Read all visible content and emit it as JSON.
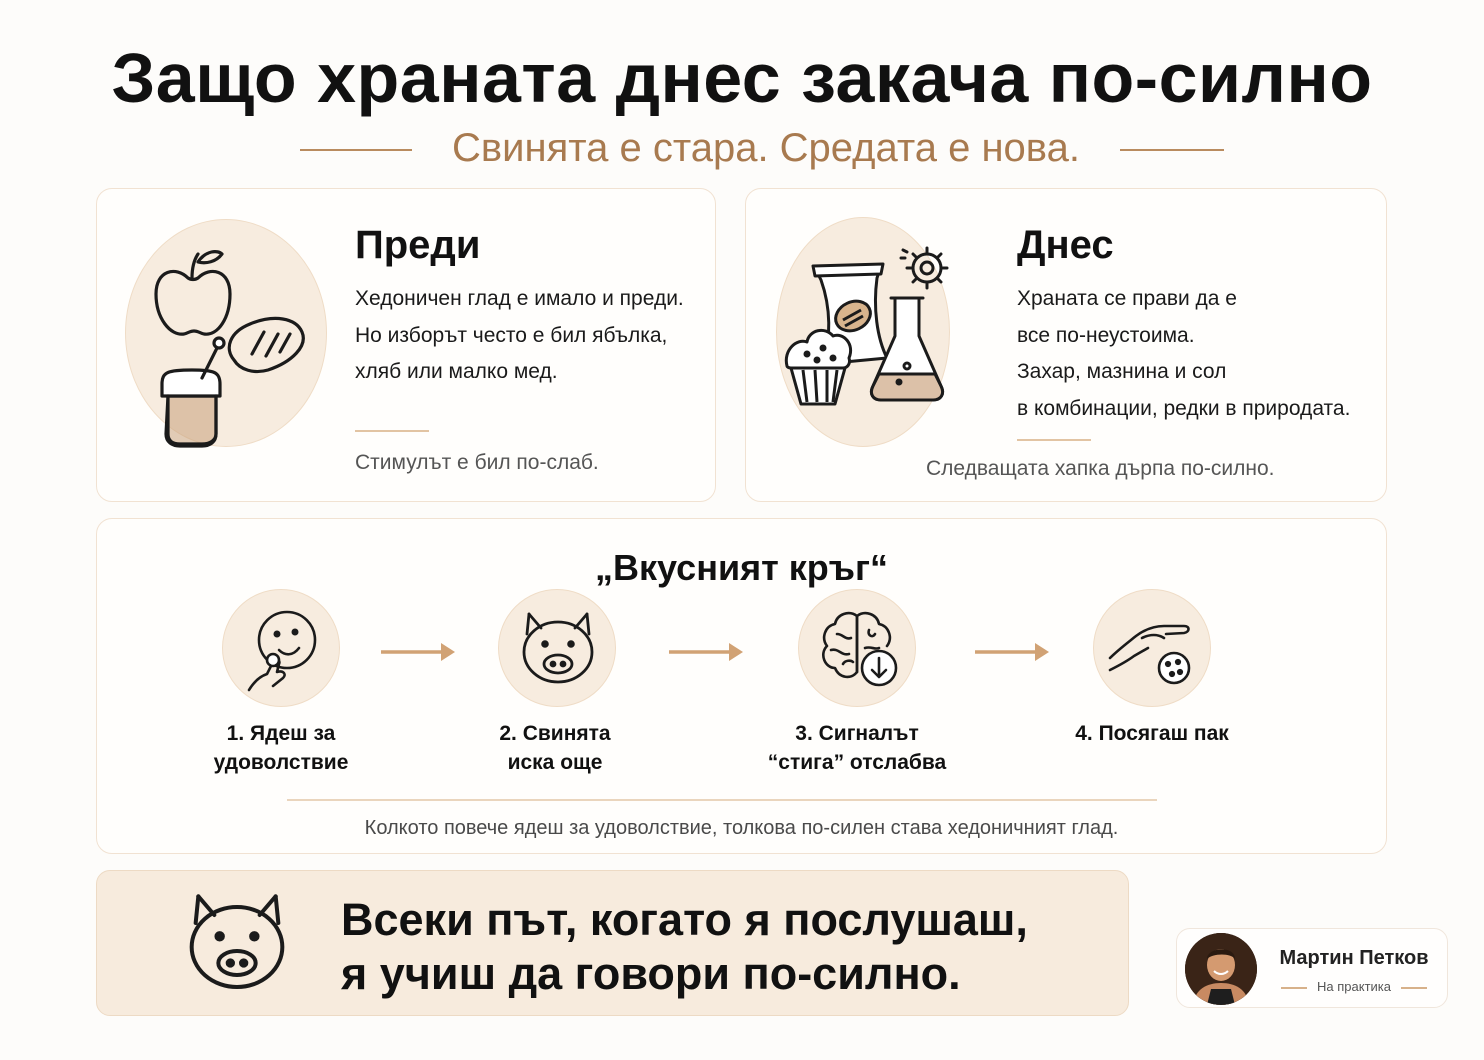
{
  "title": "Защо храната днес закача по-силно",
  "subtitle": "Свинята е стара. Средата е нова.",
  "before": {
    "heading": "Преди",
    "lines": [
      "Хедоничен глад е имало и преди.",
      "Но изборът често е бил ябълка,",
      "хляб или малко мед."
    ],
    "note": "Стимулът е бил по-слаб.",
    "icons": [
      "apple-icon",
      "bread-icon",
      "honey-jar-icon"
    ]
  },
  "today": {
    "heading": "Днес",
    "lines": [
      "Храната се прави да е",
      "все по-неустоима.",
      "Захар, мазнина и сол",
      "в комбинации, редки в природата."
    ],
    "note": "Следващата хапка дърпа по-силно.",
    "icons": [
      "chips-bag-icon",
      "muffin-icon",
      "gear-icon",
      "flask-icon"
    ]
  },
  "loop": {
    "title": "„Вкусният кръг“",
    "steps": [
      {
        "line1": "1. Ядеш за",
        "line2": "удоволствие",
        "icon": "smiling-eating-face-icon"
      },
      {
        "line1": "2. Свинята",
        "line2": "иска още",
        "icon": "pig-icon"
      },
      {
        "line1": "3. Сигналът",
        "line2": "“стига” отслабва",
        "icon": "brain-down-arrow-icon"
      },
      {
        "line1": "4. Посягаш пак",
        "line2": "",
        "icon": "hand-cookie-icon"
      }
    ],
    "note": "Колкото повече ядеш за удоволствие,  толкова по-силен става хедоничният глад."
  },
  "banner": {
    "line1": "Всеки път, когато я послушаш,",
    "line2": "я учиш да говори по-силно.",
    "icon": "pig-icon"
  },
  "author": {
    "name": "Мартин Петков",
    "role": "На практика"
  },
  "colors": {
    "accent": "#a87a4f",
    "blob": "#f7ecdf",
    "arrow": "#d1a274",
    "banner": "#f7ebdd"
  }
}
